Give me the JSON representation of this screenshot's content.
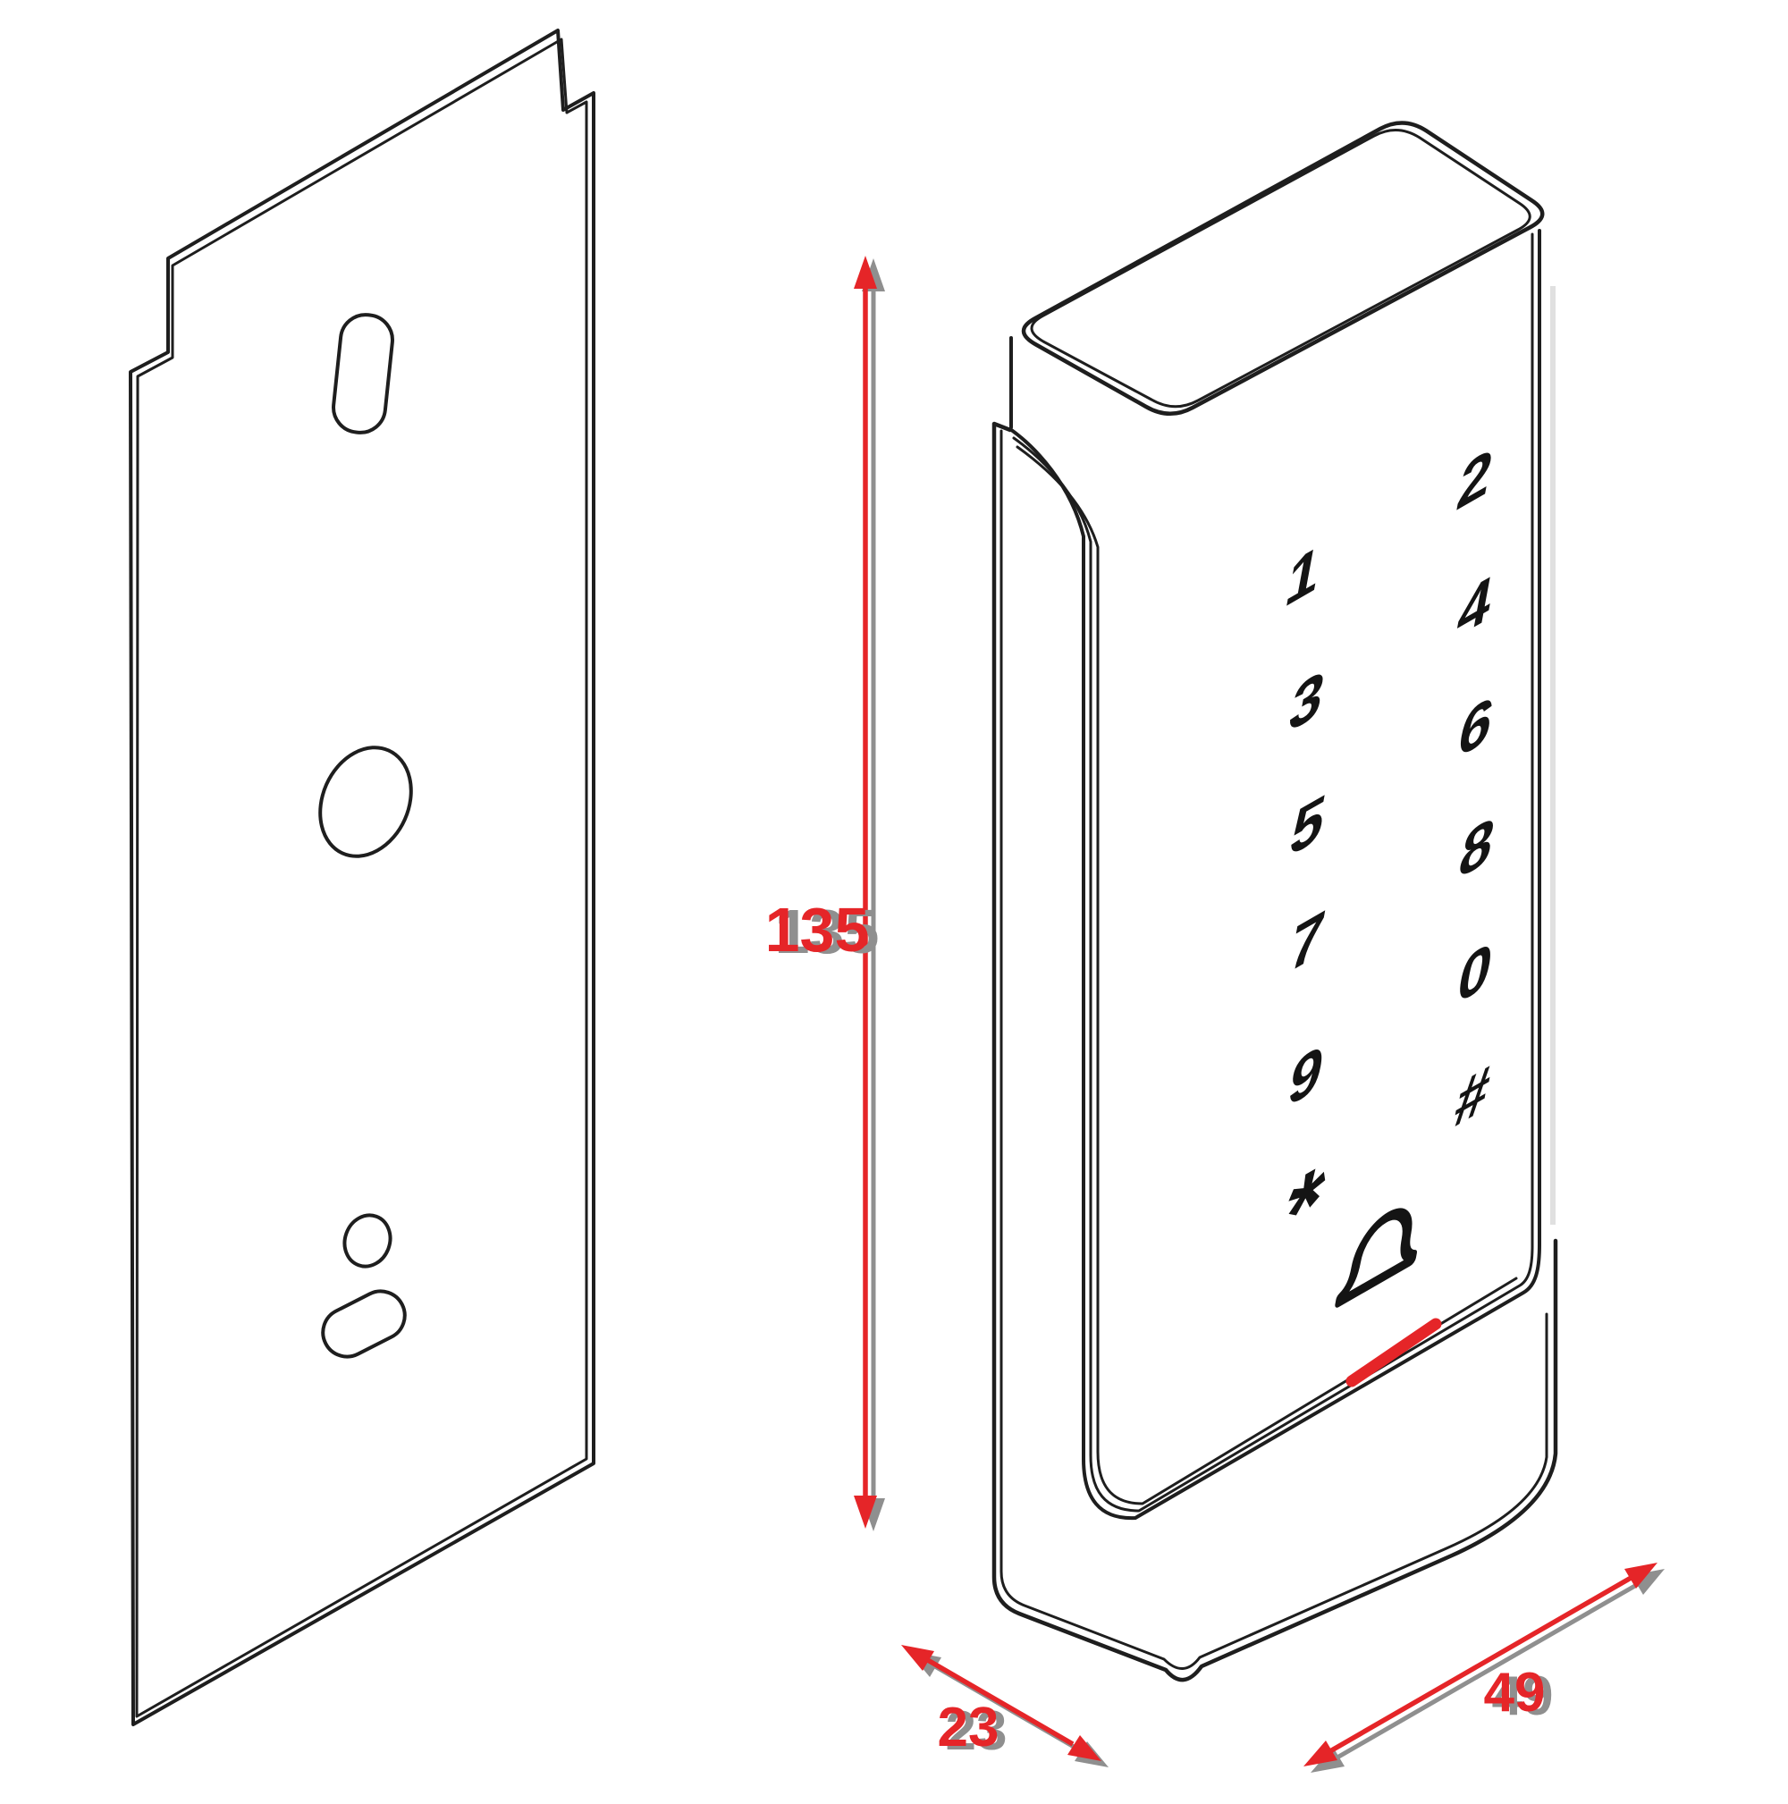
{
  "drawing": {
    "kind": "isometric technical drawing",
    "parts": {
      "back_plate": "mounting-back-plate",
      "device": "access-keypad"
    }
  },
  "colors": {
    "line": "#1e1e1e",
    "dimension_accent": "#e52528",
    "dimension_shadow": "#8f8f8f",
    "background": "#ffffff"
  },
  "dimensions": {
    "height": "135",
    "depth": "23",
    "width": "49"
  },
  "keypad": {
    "keys": [
      "1",
      "2",
      "3",
      "4",
      "5",
      "6",
      "7",
      "8",
      "9",
      "0",
      "*",
      "#"
    ],
    "icons": [
      "bell-icon"
    ],
    "indicator": "red-led-strip"
  }
}
